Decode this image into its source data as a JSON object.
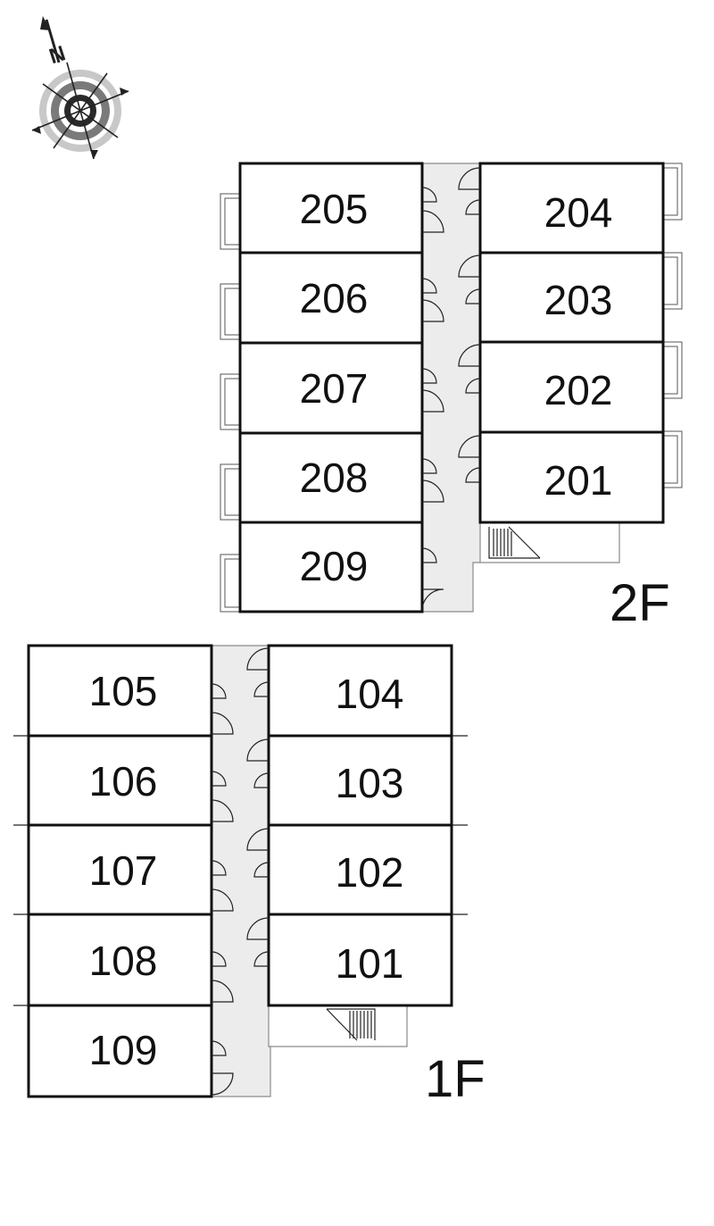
{
  "compass": {
    "north_label": "N",
    "icon": "compass-icon"
  },
  "floors": [
    {
      "id": "2F",
      "label": "2F",
      "units_left": [
        "205",
        "206",
        "207",
        "208",
        "209"
      ],
      "units_right": [
        "204",
        "203",
        "202",
        "201"
      ]
    },
    {
      "id": "1F",
      "label": "1F",
      "units_left": [
        "105",
        "106",
        "107",
        "108",
        "109"
      ],
      "units_right": [
        "104",
        "103",
        "102",
        "101"
      ]
    }
  ],
  "colors": {
    "wall": "#111111",
    "corridor": "#ececec",
    "thin_line": "#8a8a8a"
  }
}
